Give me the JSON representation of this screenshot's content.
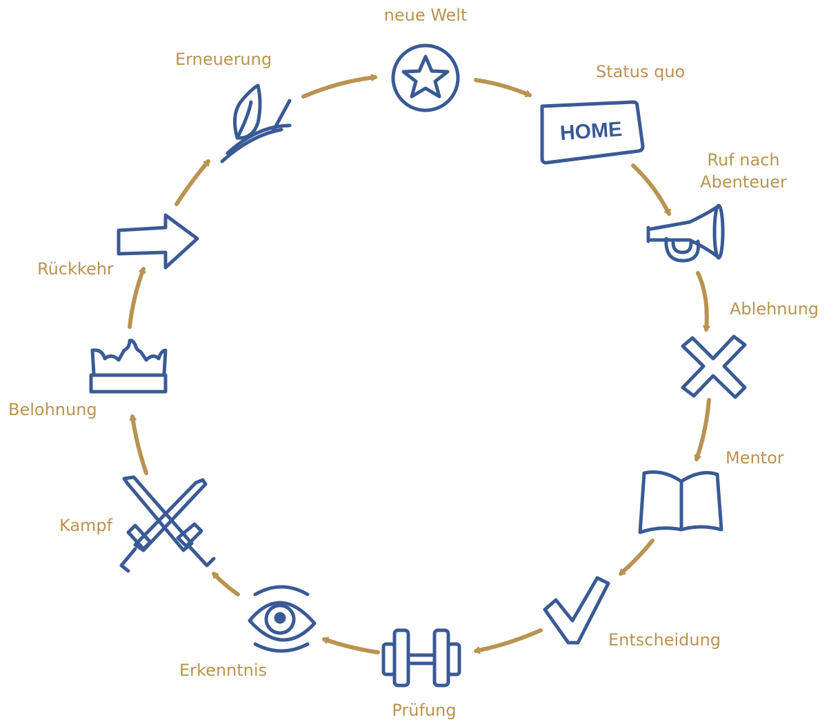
{
  "colors": {
    "label": "#B99350",
    "arrow": "#B99350",
    "icon": "#3A5A95"
  },
  "stages": [
    {
      "label": "neue Welt",
      "icon": "star-circle-icon"
    },
    {
      "label": "Status quo",
      "icon": "home-sign-icon",
      "sign_text": "HOME"
    },
    {
      "label": "Ruf nach",
      "label2": "Abenteuer",
      "icon": "horn-icon"
    },
    {
      "label": "Ablehnung",
      "icon": "x-icon"
    },
    {
      "label": "Mentor",
      "icon": "book-icon"
    },
    {
      "label": "Entscheidung",
      "icon": "checkmark-icon"
    },
    {
      "label": "Prüfung",
      "icon": "dumbbell-icon"
    },
    {
      "label": "Erkenntnis",
      "icon": "eye-icon"
    },
    {
      "label": "Kampf",
      "icon": "crossed-swords-icon"
    },
    {
      "label": "Belohnung",
      "icon": "crown-icon"
    },
    {
      "label": "Rückkehr",
      "icon": "arrow-right-icon"
    },
    {
      "label": "Erneuerung",
      "icon": "sprout-icon"
    }
  ]
}
